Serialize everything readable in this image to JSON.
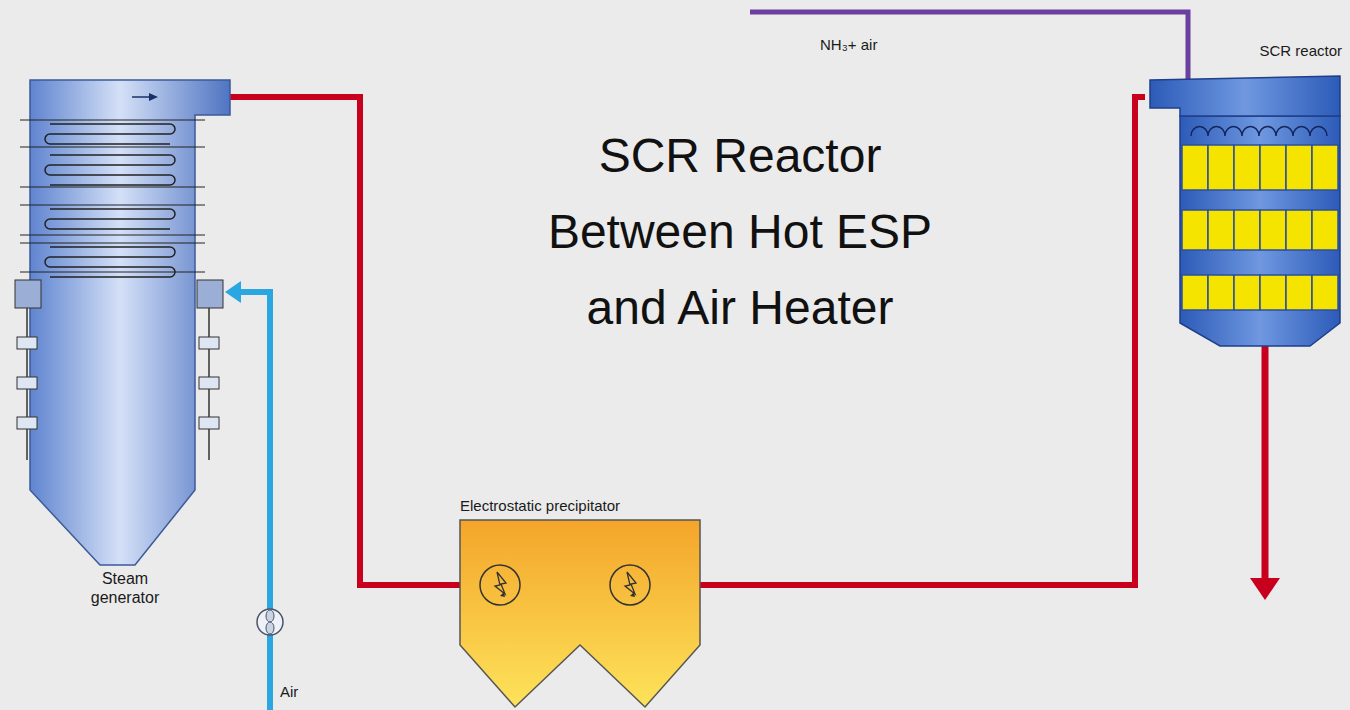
{
  "diagram": {
    "title": "SCR Reactor Between Hot ESP and Air Heater",
    "nodes": [
      {
        "text": [
          "Steam generator"
        ]
      },
      {
        "text": [
          "Electrostatic precipitator"
        ]
      },
      {
        "text": [
          "SCR reactor"
        ]
      }
    ],
    "edges": [
      {
        "from": 0,
        "to": 1,
        "arrow": "none"
      },
      {
        "from": 1,
        "to": 2,
        "arrow": "none"
      }
    ],
    "labels": [
      "NH₃+ air",
      "Air"
    ]
  }
}
